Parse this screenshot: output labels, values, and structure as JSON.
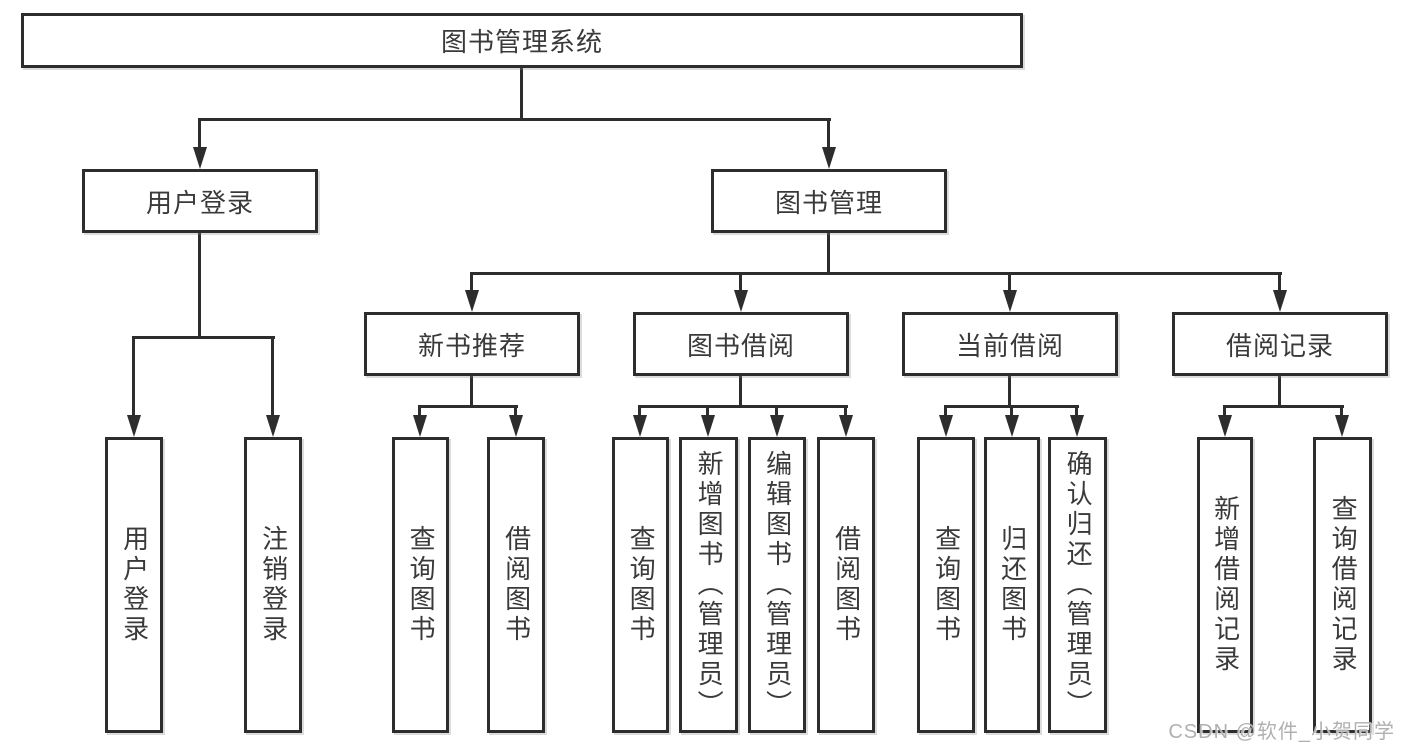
{
  "watermark": "CSDN @软件_小贺同学",
  "colors": {
    "line": "#2d2d2d",
    "text": "#3a3a3a",
    "watermark": "#b0b0b0",
    "background": "#ffffff"
  },
  "tree": {
    "label": "图书管理系统",
    "children": [
      {
        "label": "用户登录",
        "children": [
          {
            "label": "用户登录"
          },
          {
            "label": "注销登录"
          }
        ]
      },
      {
        "label": "图书管理",
        "children": [
          {
            "label": "新书推荐",
            "children": [
              {
                "label": "查询图书"
              },
              {
                "label": "借阅图书"
              }
            ]
          },
          {
            "label": "图书借阅",
            "children": [
              {
                "label": "查询图书"
              },
              {
                "label": "新增图书（管理员）"
              },
              {
                "label": "编辑图书（管理员）"
              },
              {
                "label": "借阅图书"
              }
            ]
          },
          {
            "label": "当前借阅",
            "children": [
              {
                "label": "查询图书"
              },
              {
                "label": "归还图书"
              },
              {
                "label": "确认归还（管理员）"
              }
            ]
          },
          {
            "label": "借阅记录",
            "children": [
              {
                "label": "新增借阅记录"
              },
              {
                "label": "查询借阅记录"
              }
            ]
          }
        ]
      }
    ]
  }
}
